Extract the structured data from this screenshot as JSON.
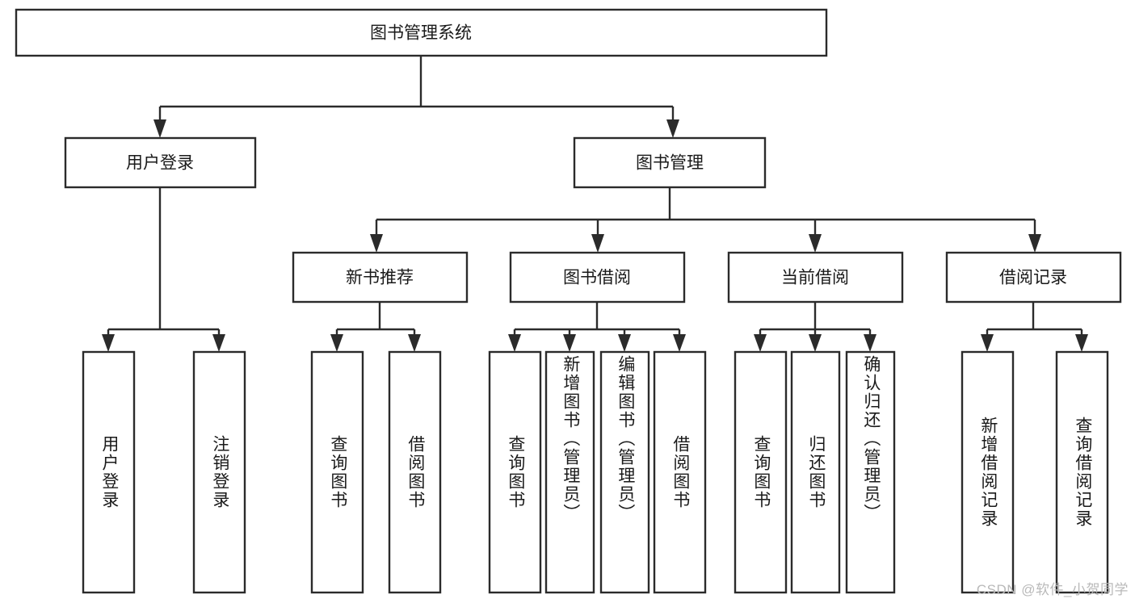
{
  "diagram": {
    "title": "图书管理系统",
    "type": "tree-hierarchy",
    "watermark": "CSDN @软件_小贺同学",
    "colors": {
      "stroke": "#2b2b2b",
      "fill": "#ffffff",
      "text": "#1a1a1a",
      "watermark": "#b9b9b9",
      "background": "#ffffff"
    },
    "root": {
      "label": "图书管理系统"
    },
    "level2": [
      {
        "label": "用户登录"
      },
      {
        "label": "图书管理"
      }
    ],
    "level3": [
      {
        "label": "新书推荐"
      },
      {
        "label": "图书借阅"
      },
      {
        "label": "当前借阅"
      },
      {
        "label": "借阅记录"
      }
    ],
    "leaves": {
      "user_login": [
        {
          "label": "用户登录"
        },
        {
          "label": "注销登录"
        }
      ],
      "new_book_recommend": [
        {
          "label": "查询图书"
        },
        {
          "label": "借阅图书"
        }
      ],
      "book_borrow": [
        {
          "label": "查询图书"
        },
        {
          "label": "新增图书（管理员）"
        },
        {
          "label": "编辑图书（管理员）"
        },
        {
          "label": "借阅图书"
        }
      ],
      "current_borrow": [
        {
          "label": "查询图书"
        },
        {
          "label": "归还图书"
        },
        {
          "label": "确认归还（管理员）"
        }
      ],
      "borrow_record": [
        {
          "label": "新增借阅记录"
        },
        {
          "label": "查询借阅记录"
        }
      ]
    }
  }
}
